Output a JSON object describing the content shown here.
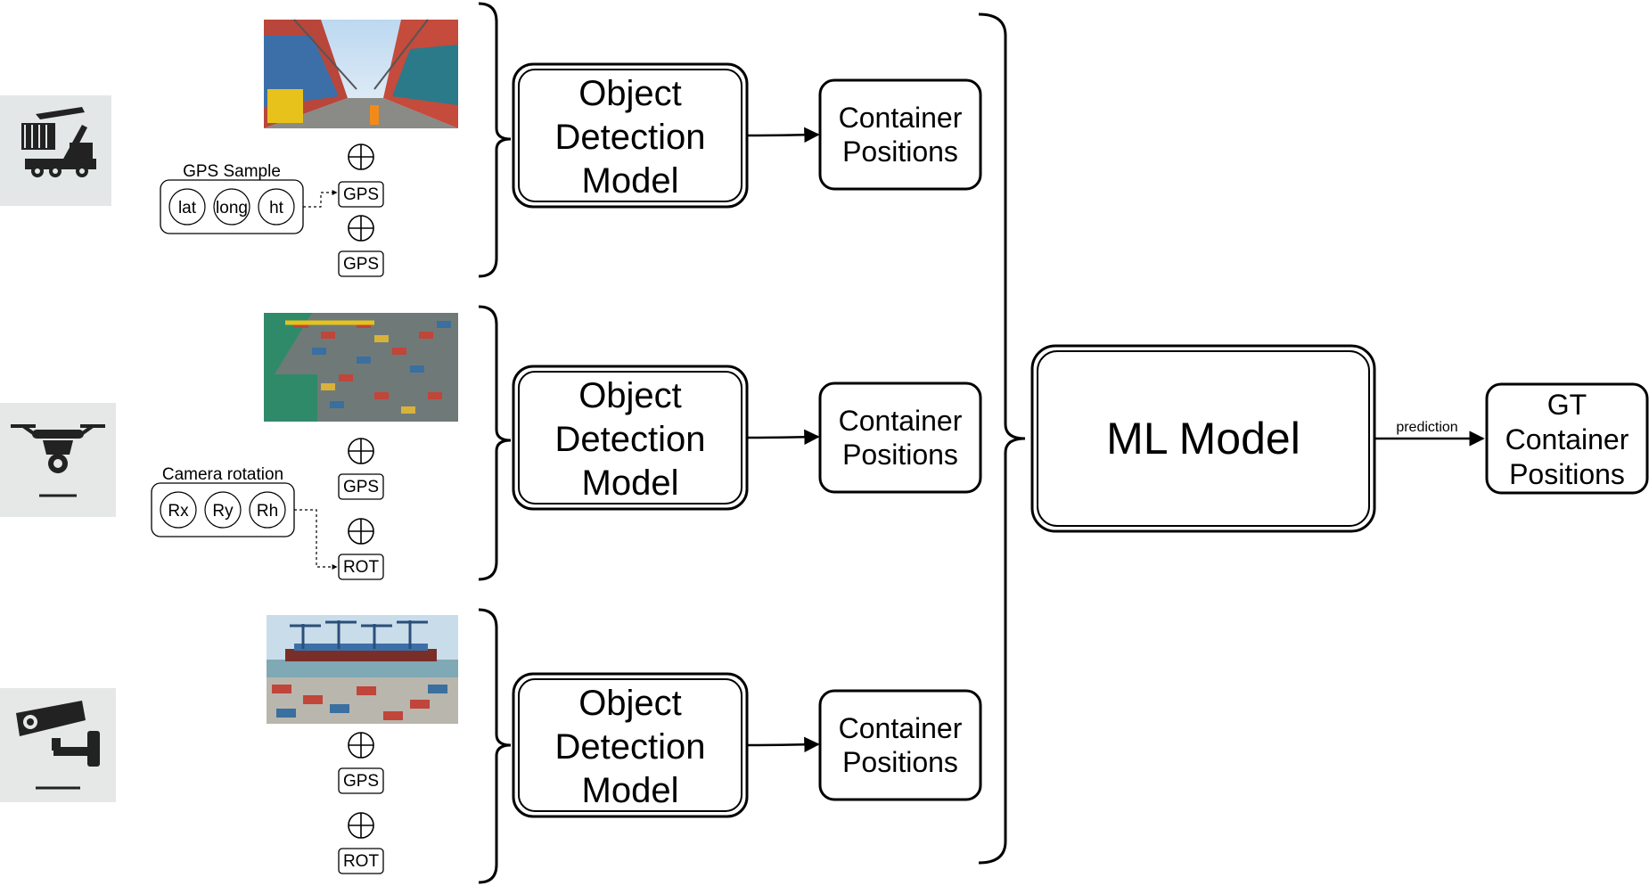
{
  "rows": [
    {
      "source_icon": "reach-stacker-vehicle-icon",
      "photo": "container-yard-ground-view-photo",
      "sample_group_label": "GPS Sample",
      "sample_items": [
        "lat",
        "long",
        "ht"
      ],
      "tags": [
        "GPS",
        "GPS"
      ],
      "model_label": [
        "Object",
        "Detection",
        "Model"
      ],
      "output_label": [
        "Container",
        "Positions"
      ]
    },
    {
      "source_icon": "drone-icon",
      "photo": "container-port-aerial-photo",
      "sample_group_label": "Camera rotation",
      "sample_items": [
        "Rx",
        "Ry",
        "Rh"
      ],
      "tags": [
        "GPS",
        "ROT"
      ],
      "model_label": [
        "Object",
        "Detection",
        "Model"
      ],
      "output_label": [
        "Container",
        "Positions"
      ]
    },
    {
      "source_icon": "cctv-camera-icon",
      "photo": "container-terminal-harbor-photo",
      "sample_group_label": "",
      "sample_items": [],
      "tags": [
        "GPS",
        "ROT"
      ],
      "model_label": [
        "Object",
        "Detection",
        "Model"
      ],
      "output_label": [
        "Container",
        "Positions"
      ]
    }
  ],
  "concat_symbol": "⊕",
  "ml_model_label": "ML Model",
  "prediction_label": "prediction",
  "final_output_label": [
    "GT",
    "Container",
    "Positions"
  ]
}
